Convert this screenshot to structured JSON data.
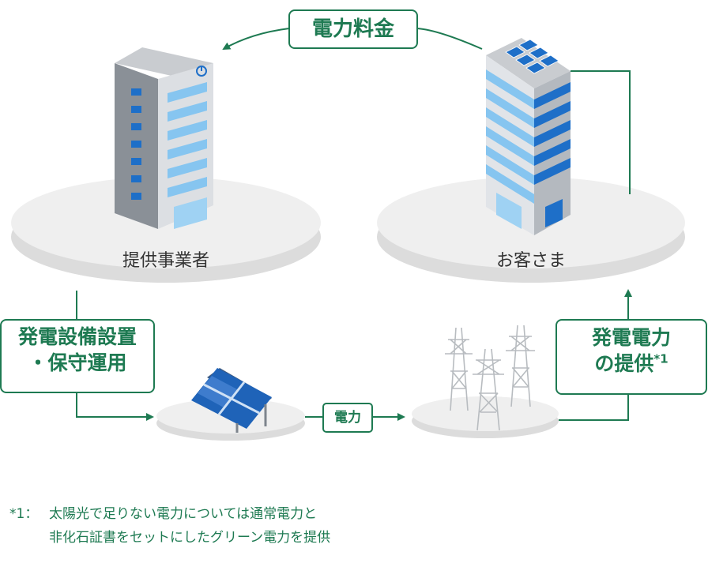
{
  "labels": {
    "fee": "電力料金",
    "provider": "提供事業者",
    "customer": "お客さま",
    "install_line1": "発電設備設置",
    "install_line2": "・保守運用",
    "power": "電力",
    "supply_line1": "発電電力",
    "supply_line2": "の提供",
    "supply_mark": "*1"
  },
  "footnote": {
    "mark": "*1：",
    "line1": "太陽光で足りない電力については通常電力と",
    "line2": "非化石証書をセットにしたグリーン電力を提供"
  },
  "colors": {
    "accent": "#1e7a52",
    "platform": "#ececec",
    "window_light": "#7fc3f0",
    "window_dark": "#1e6fc8"
  }
}
